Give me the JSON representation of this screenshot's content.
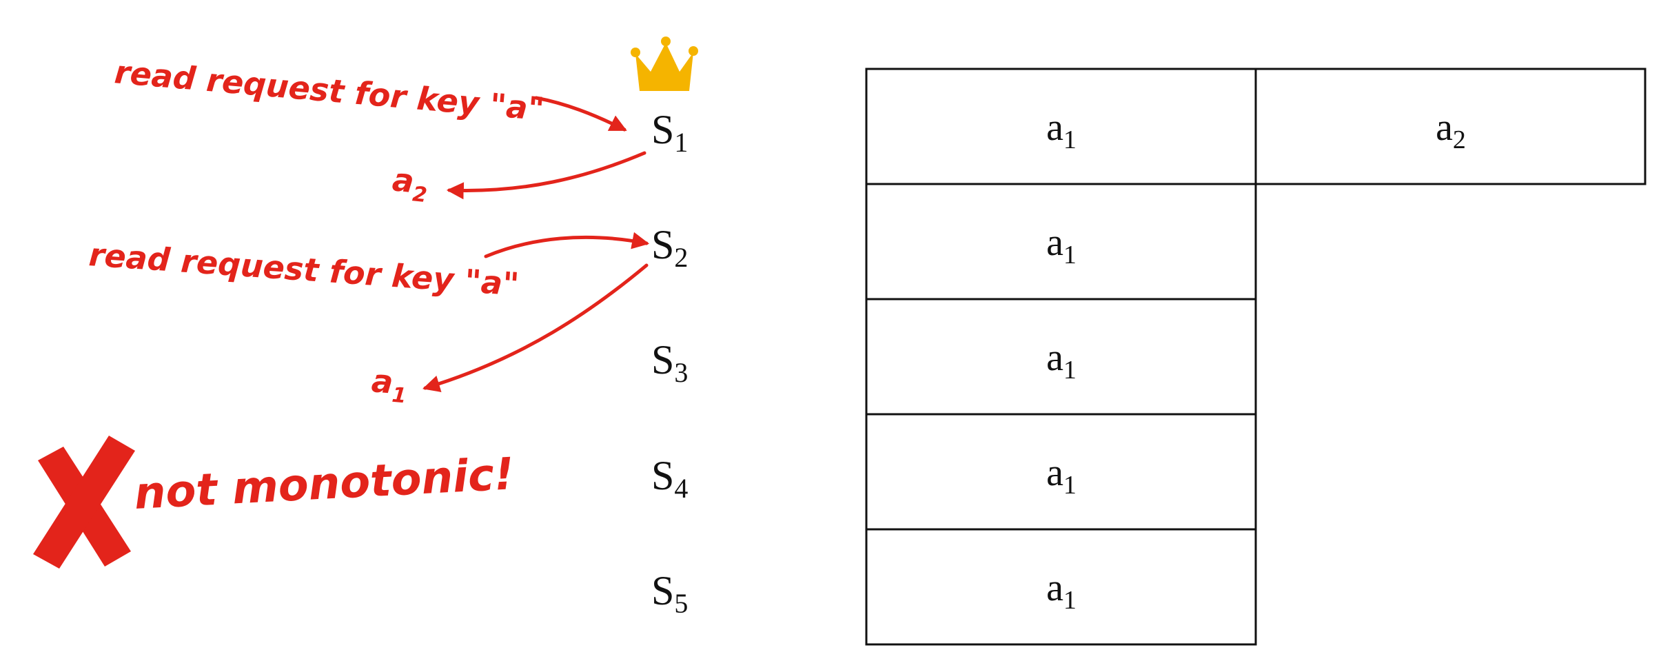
{
  "colors": {
    "annotation": "#e3241b",
    "crown": "#f5b400",
    "text": "#111111",
    "grid": "#111111"
  },
  "leader_icon": "crown-icon",
  "fail_icon": "cross-icon",
  "servers": [
    {
      "base": "S",
      "sub": "1"
    },
    {
      "base": "S",
      "sub": "2"
    },
    {
      "base": "S",
      "sub": "3"
    },
    {
      "base": "S",
      "sub": "4"
    },
    {
      "base": "S",
      "sub": "5"
    }
  ],
  "logs": {
    "s1": [
      {
        "base": "a",
        "sub": "1"
      },
      {
        "base": "a",
        "sub": "2"
      }
    ],
    "s2": [
      {
        "base": "a",
        "sub": "1"
      }
    ],
    "s3": [
      {
        "base": "a",
        "sub": "1"
      }
    ],
    "s4": [
      {
        "base": "a",
        "sub": "1"
      }
    ],
    "s5": [
      {
        "base": "a",
        "sub": "1"
      }
    ]
  },
  "annotations": {
    "request_1": "read request for key \"a\"",
    "response_1": {
      "base": "a",
      "sub": "2"
    },
    "request_2": "read request for key \"a\"",
    "response_2": {
      "base": "a",
      "sub": "1"
    },
    "verdict": "not monotonic!"
  }
}
